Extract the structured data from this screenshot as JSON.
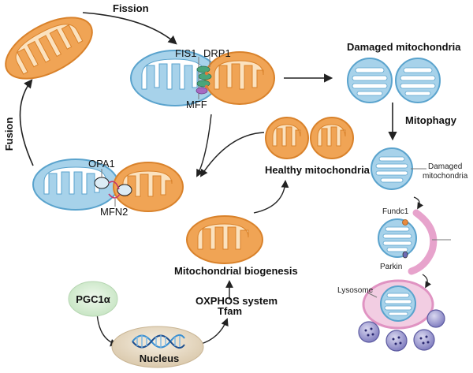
{
  "labels": {
    "fission": "Fission",
    "fusion": "Fusion",
    "fis1": "FIS1",
    "drp1": "DRP1",
    "mff": "MFF",
    "opa1": "OPA1",
    "mfn2": "MFN2",
    "damaged_mitochondria_title": "Damaged mitochondria",
    "mitophagy": "Mitophagy",
    "damaged_mitochondria_side": "Damaged mitochondria",
    "fundc1": "Fundc1",
    "parkin": "Parkin",
    "lysosome": "Lysosome",
    "healthy_mitochondria": "Healthy mitochondria",
    "mitochondrial_biogenesis": "Mitochondrial biogenesis",
    "oxphos_system": "OXPHOS system",
    "tfam": "Tfam",
    "pgc1a": "PGC1α",
    "nucleus": "Nucleus"
  },
  "colors": {
    "orange_fill": "#f0a455",
    "orange_stroke": "#d9822b",
    "orange_inner": "#fbe2bf",
    "blue_fill": "#a7d2ea",
    "blue_stroke": "#5aa3cd",
    "blue_inner": "#ffffff",
    "pink": "#e7a3cc",
    "green": "#d4ecd1",
    "lysosome_purple": "#8a87c7",
    "nucleus_tan": "#e8dcc6",
    "dna_blue": "#3a8fd1",
    "arrow": "#222222"
  }
}
